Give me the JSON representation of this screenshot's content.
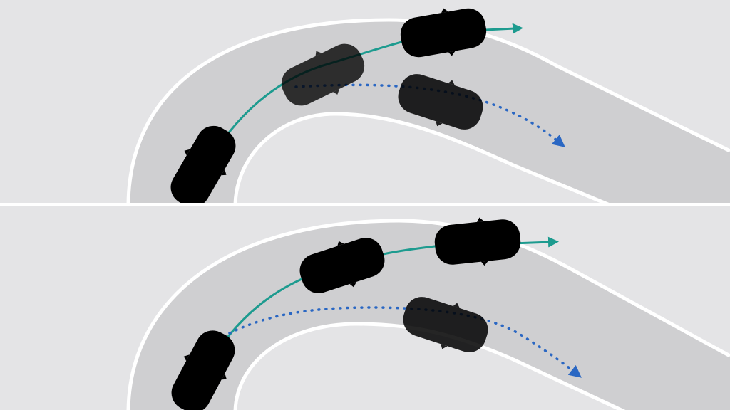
{
  "colors": {
    "background": "#e4e4e6",
    "road": "#cfcfd1",
    "road_edge": "#ffffff",
    "divider": "#ffffff",
    "car_body": "#2a67c3",
    "car_outline": "#1d4f9f",
    "car_glass": "#e9eef6",
    "car_ghost_body": "#a9c1e6",
    "car_ghost_glass": "#f1f5fb",
    "path_intended": "#1d9b8f",
    "path_drift": "#2a67c3"
  },
  "panels": [
    {
      "id": "top",
      "intended_path_label": "",
      "drift_path_label": "",
      "cars": [
        {
          "role": "solid"
        },
        {
          "role": "solid-faded"
        },
        {
          "role": "solid"
        },
        {
          "role": "ghost"
        }
      ]
    },
    {
      "id": "bottom",
      "intended_path_label": "",
      "drift_path_label": "",
      "cars": [
        {
          "role": "solid"
        },
        {
          "role": "solid"
        },
        {
          "role": "solid"
        },
        {
          "role": "ghost"
        }
      ]
    }
  ]
}
